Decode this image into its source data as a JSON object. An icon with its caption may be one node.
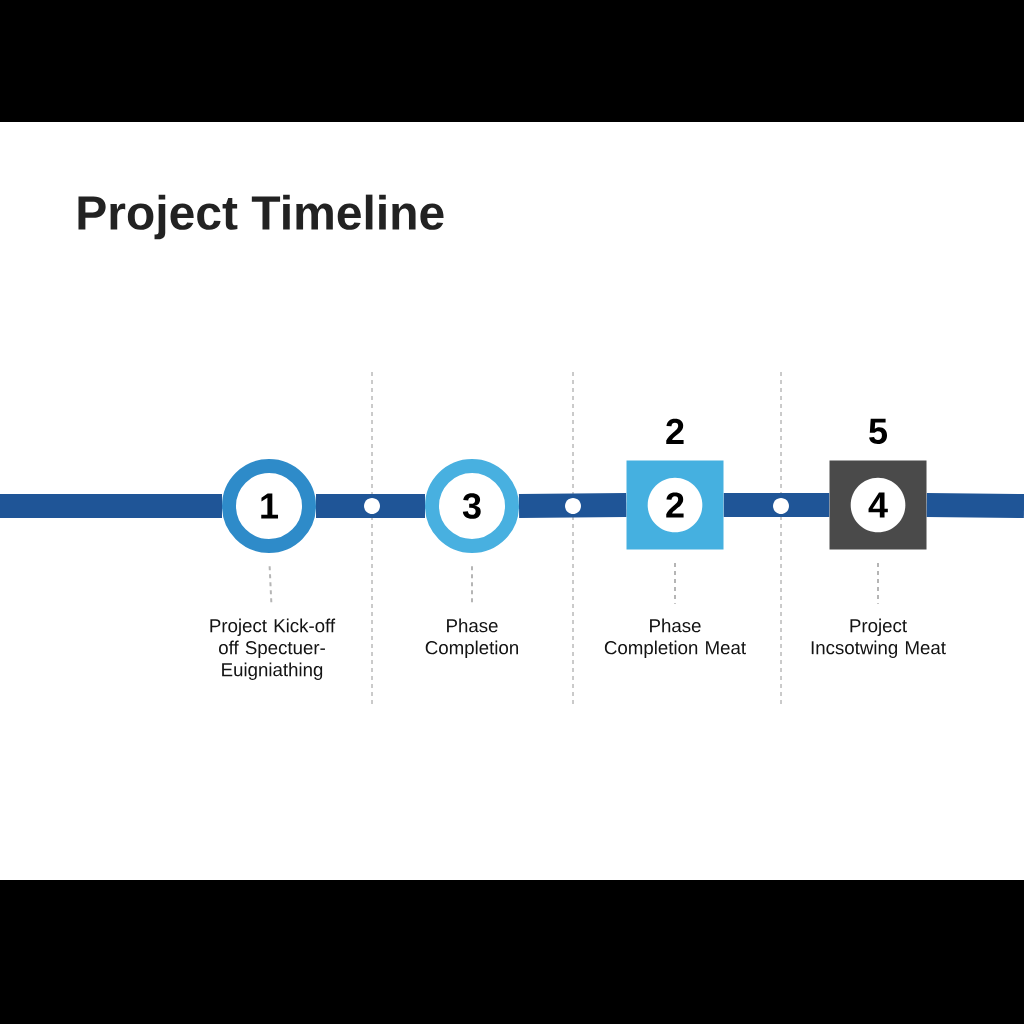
{
  "diagram": {
    "title": "Project Timeline",
    "nodes": [
      {
        "text": [
          "1"
        ]
      },
      {
        "text": [
          "Project Kick-off off Spectuer- Euigniathing"
        ]
      },
      {
        "text": [
          "3"
        ]
      },
      {
        "text": [
          "Phase Completion"
        ]
      },
      {
        "text": [
          "2",
          "2"
        ]
      },
      {
        "text": [
          "Phase Completion Meat"
        ]
      },
      {
        "text": [
          "5",
          "4"
        ]
      },
      {
        "text": [
          "Project Incsotwing Meat"
        ]
      }
    ],
    "edges": [
      {
        "from": 0,
        "to": 2,
        "arrow": "none",
        "style": "thick",
        "color": "#1f5597"
      },
      {
        "from": 2,
        "to": 4,
        "arrow": "none",
        "style": "thick",
        "color": "#1f5597"
      },
      {
        "from": 4,
        "to": 6,
        "arrow": "none",
        "style": "thick",
        "color": "#1f5597"
      },
      {
        "from": 0,
        "to": 1,
        "arrow": "none",
        "style": "dashed",
        "color": "#b5b5b5"
      },
      {
        "from": 2,
        "to": 3,
        "arrow": "none",
        "style": "dashed",
        "color": "#b5b5b5"
      },
      {
        "from": 4,
        "to": 5,
        "arrow": "none",
        "style": "dashed",
        "color": "#b5b5b5"
      },
      {
        "from": 6,
        "to": 7,
        "arrow": "none",
        "style": "dashed",
        "color": "#b5b5b5"
      }
    ]
  }
}
